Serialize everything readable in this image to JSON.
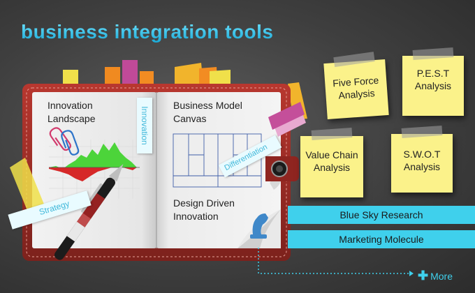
{
  "title": "business integration tools",
  "colors": {
    "accent": "#3fd0ec",
    "note": "#fbf28a",
    "leather": "#a8312b"
  },
  "notebook": {
    "left_page": {
      "heading_line1": "Innovation",
      "heading_line2": "Landscape",
      "tab_innovation": "Innovation",
      "tab_strategy": "Strategy"
    },
    "right_page": {
      "item1_line1": "Business Model",
      "item1_line2": "Canvas",
      "item2_line1": "Design Driven",
      "item2_line2": "Innovation",
      "tab_differentiation": "Differentiation"
    }
  },
  "notes": [
    {
      "line1": "Five Force",
      "line2": "Analysis"
    },
    {
      "line1": "P.E.S.T",
      "line2": "Analysis"
    },
    {
      "line1": "Value Chain",
      "line2": "Analysis"
    },
    {
      "line1": "S.W.O.T",
      "line2": "Analysis"
    }
  ],
  "links": {
    "blue_sky": "Blue Sky Research",
    "marketing": "Marketing Molecule",
    "more": "More"
  },
  "icons": [
    "chess-knight-icon",
    "paperclip-icon",
    "pen-icon",
    "plus-icon"
  ]
}
